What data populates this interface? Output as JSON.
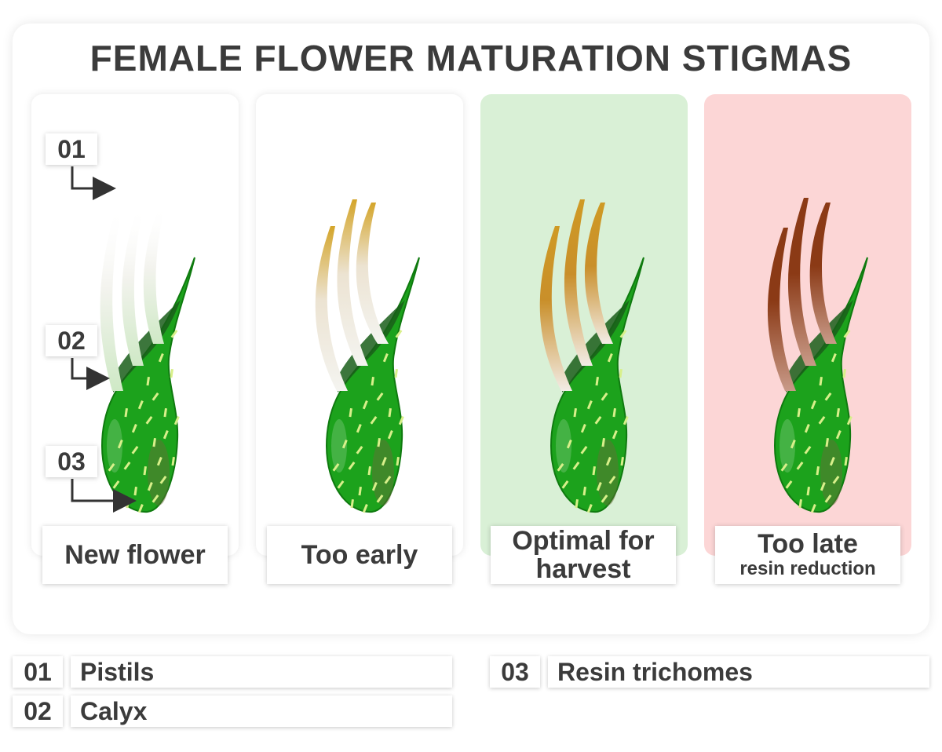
{
  "title": "FEMALE FLOWER MATURATION STIGMAS",
  "colors": {
    "calyx": "#1ca21c",
    "calyx_dark": "#0f7a0f",
    "optimal_bg": "#d9f0d6",
    "late_bg": "#fcd6d6",
    "pistil_new": "#ffffff",
    "pistil_early": "#d4a52a",
    "pistil_optimal": "#cf9a25",
    "pistil_late": "#8b3a16",
    "trichome": "#d8f08a"
  },
  "stages": [
    {
      "label": "New flower",
      "sublabel": "",
      "pistil_color": "white"
    },
    {
      "label": "Too early",
      "sublabel": "",
      "pistil_color": "amber-tip"
    },
    {
      "label": "Optimal for harvest",
      "sublabel": "",
      "pistil_color": "amber"
    },
    {
      "label": "Too late",
      "sublabel": "resin reduction",
      "pistil_color": "brown"
    }
  ],
  "callouts": [
    "01",
    "02",
    "03"
  ],
  "legend": [
    {
      "num": "01",
      "label": "Pistils"
    },
    {
      "num": "02",
      "label": "Calyx"
    },
    {
      "num": "03",
      "label": "Resin trichomes"
    }
  ]
}
